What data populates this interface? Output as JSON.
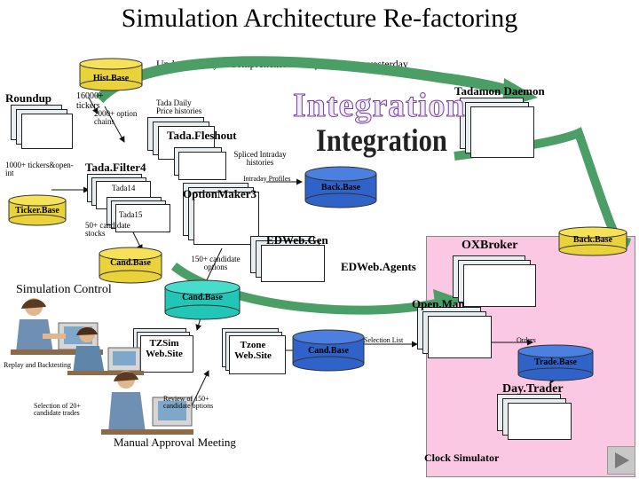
{
  "title": "Simulation Architecture Re-factoring",
  "header_note": "Updated Daily—Comprehensive daily data up to yesterday",
  "databases": {
    "hist_base": "Hist.Base",
    "ticker_base": "Ticker.Base",
    "back_base_mid": "Back.Base",
    "cand_base_1": "Cand.Base",
    "cand_base_2": "Cand.Base",
    "cand_base_3": "Cand.Base",
    "back_base_right": "Back.Base",
    "trade_base": "Trade.Base"
  },
  "components": {
    "roundup": "Roundup",
    "tadamon_daemon": "Tadamon Daemon",
    "tada_fleshout": "Tada.Fleshout",
    "tada_filter4": "Tada.Filter4",
    "tada14": "Tada14",
    "tada15": "Tada15",
    "option_maker3": "OptionMaker3",
    "ed_web_gen": "EDWeb.Gen",
    "ox_broker": "OXBroker",
    "ed_web_agents": "EDWeb.Agents",
    "open_man": "Open.Man",
    "tzsim_web_site": "TZSim Web.Site",
    "tzone_web_site": "Tzone Web.Site",
    "day_trader": "Day.Trader"
  },
  "annotations": {
    "tickers_16000": "16000+ tickers",
    "option_chains_2000": "2000+ option chains",
    "tada_daily_price": "Tada Daily Price histories",
    "spliced_intraday": "Spliced Intraday histories",
    "intraday_profiles": "Intraday Profiles",
    "tickers_open_int": "1000+ tickers&open-int",
    "candidate_stocks": "50+ candidate stocks",
    "candidate_options": "150+ candidate options",
    "selection_list": "Selection List",
    "orders": "Orders",
    "replay_backtesting": "Replay and Backtesting",
    "selection_candidates": "Selection of 20+ candidate trades",
    "review_options": "Review of 150+ candidate options"
  },
  "overlay_words": {
    "integration_outline": "Integration",
    "integration_bold": "Integration"
  },
  "sections": {
    "simulation_control": "Simulation Control",
    "manual_approval": "Manual Approval Meeting",
    "clock_simulator": "Clock Simulator"
  },
  "colors": {
    "database_fill": "#e9d23a",
    "database_blue": "#2f63c9",
    "teal_database": "#22c6b6",
    "big_arrow": "#4a9e66",
    "card_front": "#ffffff",
    "oxbroker_panel": "#fbc8e4",
    "integration_outline": "#7a3ca8"
  },
  "icons": [
    "person-at-computer-icon",
    "forward-arrow-icon"
  ]
}
